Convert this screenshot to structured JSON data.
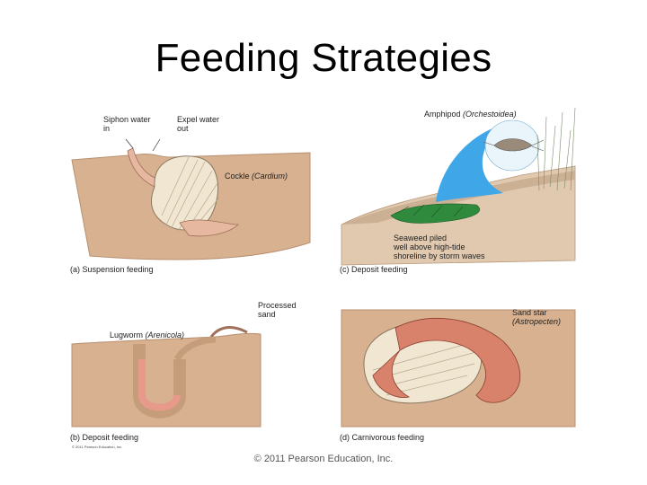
{
  "title": "Feeding Strategies",
  "panels": {
    "a": {
      "caption": "(a) Suspension feeding",
      "siphon_in": [
        "Siphon water",
        "in"
      ],
      "expel_out": [
        "Expel water",
        "out"
      ],
      "organism": "Cockle",
      "organism_genus": "(Cardium)"
    },
    "b": {
      "caption": "(b) Deposit feeding",
      "processed": [
        "Processed",
        "sand"
      ],
      "organism": "Lugworm",
      "organism_genus": "(Arenicola)",
      "copyright_tiny": "© 2011 Pearson Education, Inc."
    },
    "c": {
      "caption": "(c) Deposit feeding",
      "organism": "Amphipod",
      "organism_genus": "(Orchestoidea)",
      "seaweed": [
        "Seaweed piled",
        "well above high-tide",
        "shoreline by storm waves"
      ]
    },
    "d": {
      "caption": "(d) Carnivorous feeding",
      "organism": "Sand star",
      "organism_genus": "(Astropecten)"
    }
  },
  "footer": "© 2011 Pearson Education, Inc.",
  "colors": {
    "sand": "#d7b190",
    "sand_dark": "#c59d7a",
    "shell": "#f1e6d2",
    "worm": "#e79a8a",
    "seaweed": "#2f8a3d",
    "sky_wedge": "#3fa6e8",
    "star": "#d9826b"
  }
}
